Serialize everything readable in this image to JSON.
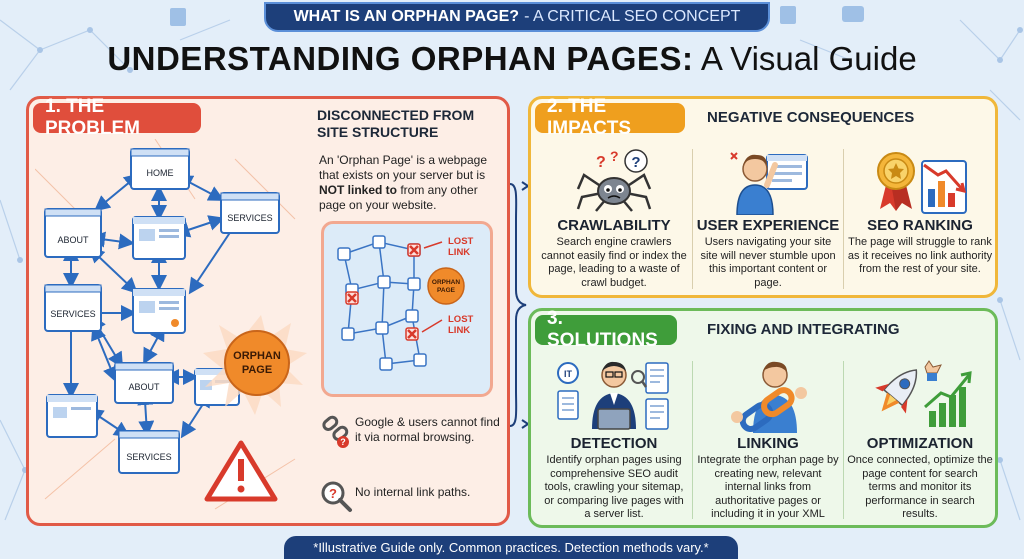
{
  "header": {
    "banner_bold": "WHAT IS AN ORPHAN PAGE?",
    "banner_rest": "- A CRITICAL SEO CONCEPT",
    "title_bold": "UNDERSTANDING ORPHAN PAGES:",
    "title_rest": "A Visual Guide"
  },
  "problem": {
    "tag": "1. THE PROBLEM",
    "subtitle": "DISCONNECTED FROM SITE STRUCTURE",
    "desc_part1": "An 'Orphan Page' is a webpage that exists on your server but is",
    "desc_bold": "NOT linked to",
    "desc_part2": "from any other page on your website.",
    "network_labels": {
      "home": "HOME",
      "about_top": "ABOUT",
      "services_top": "SERVICES",
      "services_left": "SERVICES",
      "about_mid": "ABOUT",
      "services_bottom": "SERVICES"
    },
    "orphan_label_line1": "ORPHAN",
    "orphan_label_line2": "PAGE",
    "inset": {
      "lost_link_1_line1": "LOST",
      "lost_link_1_line2": "LINK",
      "lost_link_2_line1": "LOST",
      "lost_link_2_line2": "LINK",
      "orphan_small_line1": "ORPHAN",
      "orphan_small_line2": "PAGE"
    },
    "note1": "Google & users cannot find it via normal browsing.",
    "note2": "No internal link paths."
  },
  "impacts": {
    "tag": "2. THE IMPACTS",
    "subtitle": "NEGATIVE CONSEQUENCES",
    "items": [
      {
        "title": "CRAWLABILITY",
        "text": "Search engine crawlers cannot easily find or index the page, leading to a waste of crawl budget."
      },
      {
        "title": "USER EXPERIENCE",
        "text": "Users navigating your site site will never stumble upon this important content or page."
      },
      {
        "title": "SEO RANKING",
        "text": "The page will struggle to rank as it receives no link authority from the rest of your site."
      }
    ]
  },
  "solutions": {
    "tag": "3. SOLUTIONS",
    "subtitle": "FIXING AND INTEGRATING",
    "items": [
      {
        "title": "DETECTION",
        "text": "Identify orphan pages using comprehensive SEO audit tools, crawling your sitemap, or comparing live pages with a server list."
      },
      {
        "title": "LINKING",
        "text": "Integrate the orphan page by creating new, relevant internal links from authoritative pages or including it in your XML"
      },
      {
        "title": "OPTIMIZATION",
        "text": "Once connected, optimize the page content for search terms and monitor its performance in search results."
      }
    ],
    "it_label": "IT"
  },
  "footer": "*Illustrative Guide only. Common practices. Detection methods vary.*",
  "colors": {
    "problem": "#e15a47",
    "impacts": "#f0b73a",
    "solutions": "#6cbb5a",
    "navy": "#1d3f7a",
    "orphan": "#f08a2a"
  }
}
